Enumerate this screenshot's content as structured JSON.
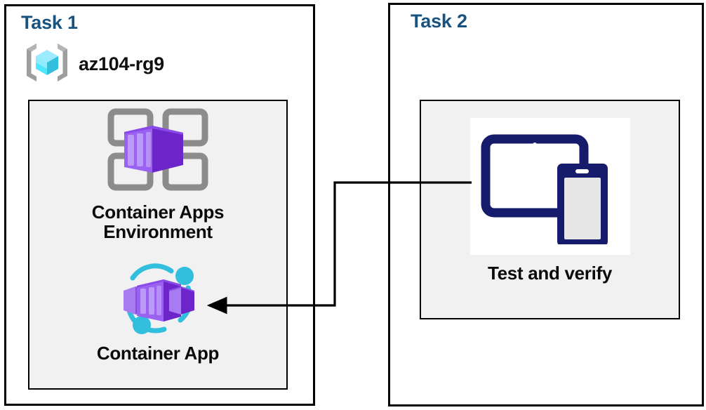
{
  "diagram": {
    "title_color": "#18527f",
    "panel_bg": "#f1f1f1",
    "border_color": "#000000",
    "canvas_bg": "#ffffff"
  },
  "task1": {
    "title": "Task 1",
    "resource_group": {
      "icon": "resource-group-icon",
      "label": "az104-rg9"
    },
    "nodes": [
      {
        "id": "container-apps-environment",
        "icon": "container-apps-environment-icon",
        "label": "Container Apps\nEnvironment"
      },
      {
        "id": "container-app",
        "icon": "container-app-icon",
        "label": "Container App"
      }
    ]
  },
  "task2": {
    "title": "Task 2",
    "nodes": [
      {
        "id": "test-and-verify",
        "icon": "devices-test-icon",
        "label": "Test and verify"
      }
    ]
  },
  "connector": {
    "id": "test-to-container-app-arrow",
    "from": "test-and-verify",
    "to": "container-app",
    "direction": "left",
    "stroke": "#000000"
  },
  "colors": {
    "purple_dark": "#6B25C8",
    "purple_mid": "#8A4AE8",
    "purple_light": "#A97BF0",
    "cyan": "#32BEDD",
    "cyan_light": "#9CEBFF",
    "navy": "#161B6B",
    "gray_icon": "#8A8A8A"
  }
}
